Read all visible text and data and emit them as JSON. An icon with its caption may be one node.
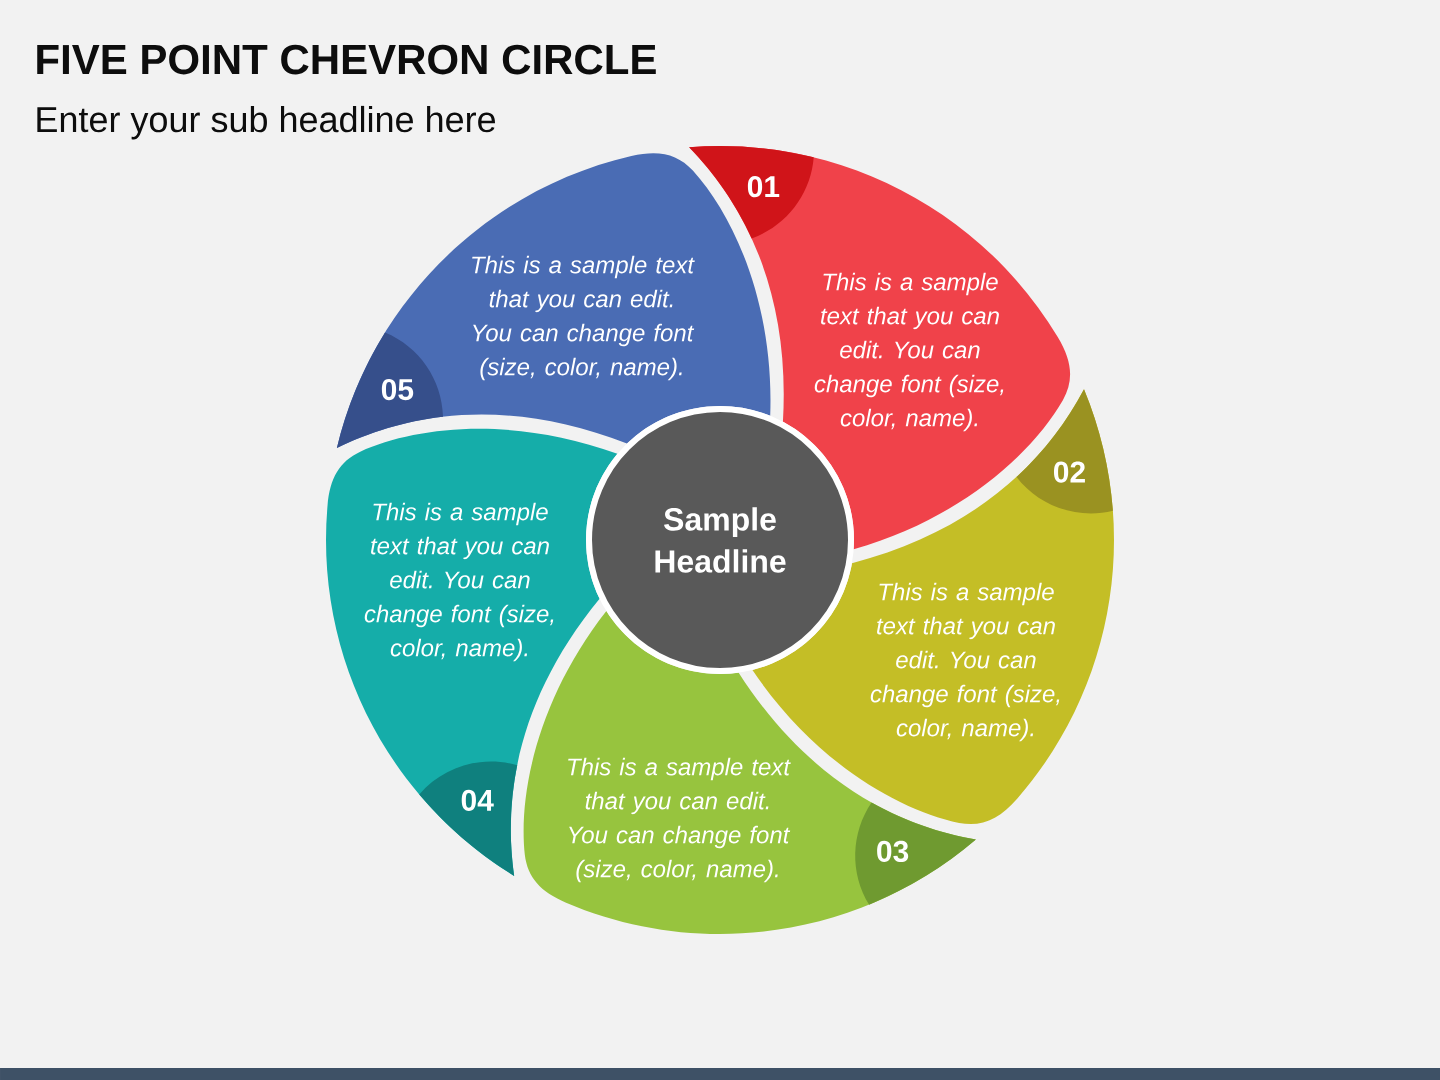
{
  "diagram": {
    "title": "FIVE POINT CHEVRON CIRCLE",
    "nodes": [
      {
        "text": [
          "This is a sample text that you can edit. You can change font (size, color, name)."
        ]
      },
      {
        "text": [
          "01"
        ],
        "in": 0
      },
      {
        "text": [
          "This is a sample text that you can edit. You can change font (size, color, name)."
        ]
      },
      {
        "text": [
          "02"
        ],
        "in": 2
      },
      {
        "text": [
          "This is a sample text that you can edit. You can change font (size, color, name)."
        ]
      },
      {
        "text": [
          "03"
        ],
        "in": 4
      },
      {
        "text": [
          "This is a sample text that you can edit. You can change font (size, color, name)."
        ]
      },
      {
        "text": [
          "04"
        ],
        "in": 6
      },
      {
        "text": [
          "This is a sample text that you can edit. You can change font (size, color, name)."
        ]
      },
      {
        "text": [
          "05"
        ],
        "in": 8
      },
      {
        "text": [
          "Sample Headline"
        ]
      }
    ],
    "labels": [
      "Enter your sub headline here"
    ]
  }
}
